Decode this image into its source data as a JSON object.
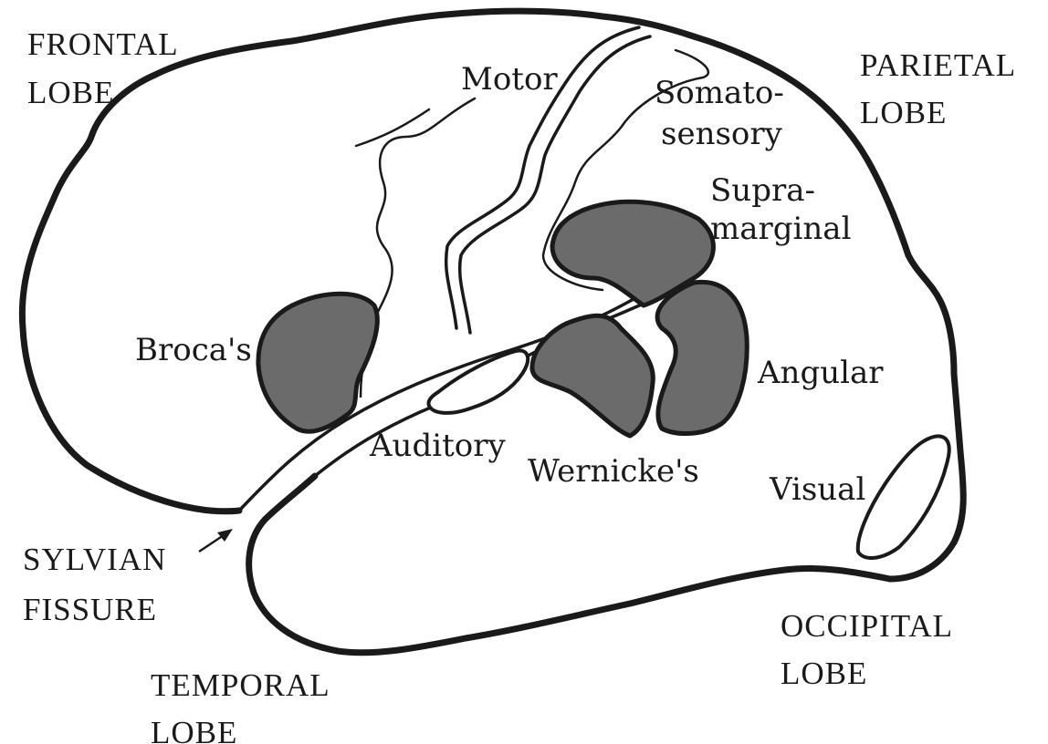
{
  "colors": {
    "line": "#1a1a1a",
    "shaded_area": "#6b6b6b",
    "background": "#ffffff"
  },
  "labels": {
    "frontal_lobe": [
      "FRONTAL",
      "LOBE"
    ],
    "parietal_lobe": [
      "PARIETAL",
      "LOBE"
    ],
    "occipital_lobe": [
      "OCCIPITAL",
      "LOBE"
    ],
    "temporal_lobe": [
      "TEMPORAL",
      "LOBE"
    ],
    "sylvian_fissure": [
      "SYLVIAN",
      "FISSURE"
    ],
    "motor": "Motor",
    "somatosensory": [
      "Somato-",
      "sensory"
    ],
    "supramarginal": [
      "Supra-",
      "marginal"
    ],
    "brocas": "Broca's",
    "angular": "Angular",
    "auditory": "Auditory",
    "wernickes": "Wernicke's",
    "visual": "Visual"
  }
}
